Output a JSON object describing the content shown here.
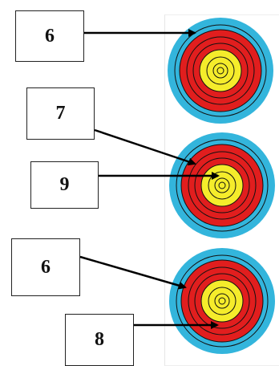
{
  "labels": [
    {
      "id": "b1",
      "text": "6"
    },
    {
      "id": "b2",
      "text": "7"
    },
    {
      "id": "b3",
      "text": "9"
    },
    {
      "id": "b4",
      "text": "6"
    },
    {
      "id": "b5",
      "text": "8"
    }
  ],
  "target_colors": {
    "outer_blue": "#33b5dc",
    "red": "#e11e1e",
    "yellow": "#f5ec2b",
    "ring_line": "#111111"
  }
}
